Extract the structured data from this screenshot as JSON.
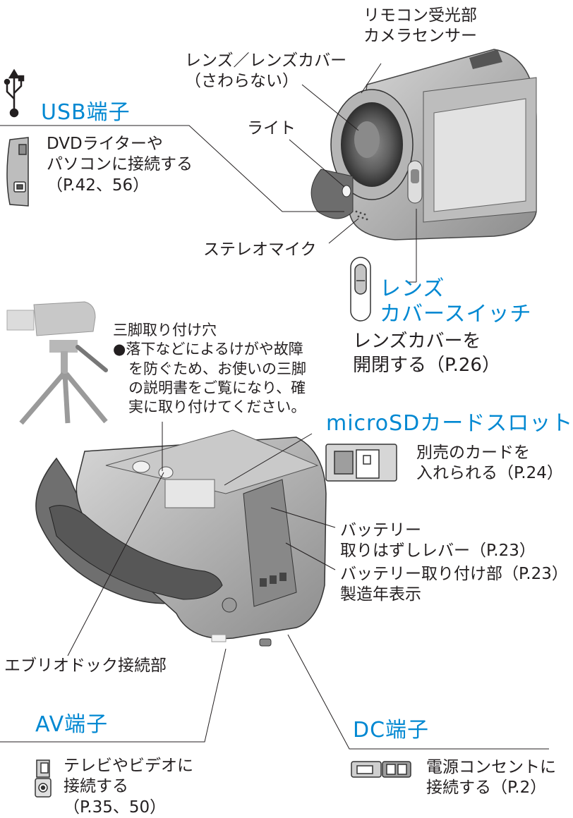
{
  "colors": {
    "heading": "#0088d2",
    "text": "#231f20",
    "line": "#231f20"
  },
  "icons": {
    "usb": "usb-symbol-icon",
    "usb_port": "usb-port-cover-icon",
    "lens_switch": "lens-cover-switch-icon",
    "tripod": "tripod-camera-illustration",
    "microsd": "microsd-slot-icon",
    "av": "av-port-icon",
    "dc": "dc-jack-icon"
  },
  "labels": {
    "remote_1": "リモコン受光部",
    "remote_2": "カメラセンサー",
    "lens_1": "レンズ／レンズカバー",
    "lens_2": "（さわらない）",
    "light": "ライト",
    "stereo_mic": "ステレオマイク",
    "tripod_title": "三脚取り付け穴",
    "tripod_note_1": "●落下などによるけがや故障",
    "tripod_note_2": "を防ぐため、お使いの三脚",
    "tripod_note_3": "の説明書をご覧になり、確",
    "tripod_note_4": "実に取り付けてください。",
    "battery_lever_1": "バッテリー",
    "battery_lever_2": "取りはずしレバー（P.23）",
    "battery_mount_1": "バッテリー取り付け部（P.23）",
    "battery_mount_2": "製造年表示",
    "everio_dock": "エブリオドック接続部"
  },
  "usb": {
    "heading": "USB端子",
    "desc_1": "DVDライターや",
    "desc_2": "パソコンに接続する",
    "desc_3": "（P.42、56）"
  },
  "lens_switch": {
    "heading_1": "レンズ",
    "heading_2": "カバースイッチ",
    "desc_1": "レンズカバーを",
    "desc_2": "開閉する（P.26）"
  },
  "microsd": {
    "heading": "microSDカードスロット",
    "desc_1": "別売のカードを",
    "desc_2": "入れられる（P.24）"
  },
  "av": {
    "heading": "AV端子",
    "desc_1": "テレビやビデオに",
    "desc_2": "接続する",
    "desc_3": "（P.35、50）"
  },
  "dc": {
    "heading": "DC端子",
    "desc_1": "電源コンセントに",
    "desc_2": "接続する（P.2）"
  }
}
